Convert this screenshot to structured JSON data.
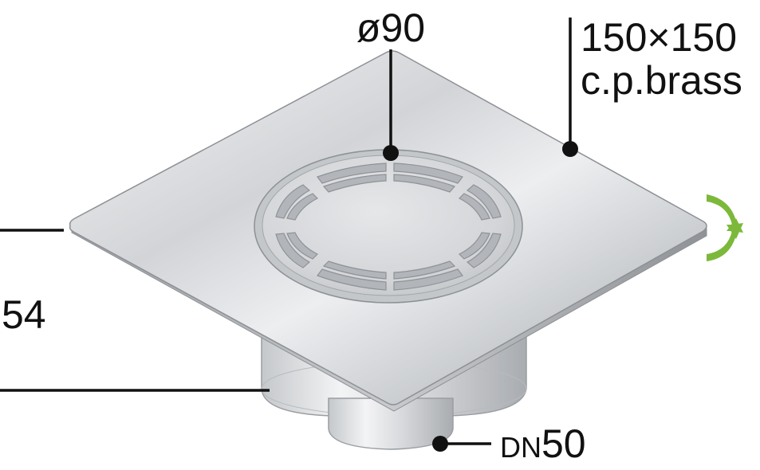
{
  "labels": {
    "diameter": "ø90",
    "size": "150×150",
    "material": "c.p.brass",
    "height": "54",
    "outlet_prefix": "DN",
    "outlet_size": "50"
  },
  "colors": {
    "line": "#111111",
    "rotate_arrow": "#7cb93a",
    "metal_light": "#f2f3f4",
    "metal_mid": "#c9cbce",
    "metal_dark": "#a4a7ab"
  },
  "icons": {
    "rotation": "rotate-arrows-icon"
  }
}
